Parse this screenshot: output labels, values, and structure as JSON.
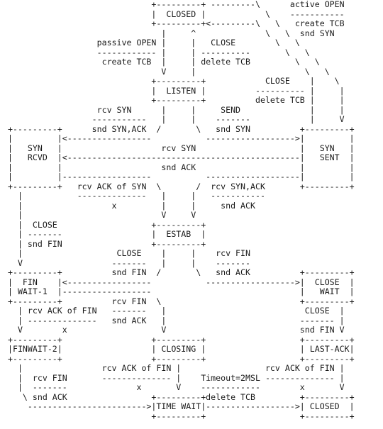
{
  "diagram": {
    "lines": [
      "                              +---------+ ---------\\      active OPEN",
      "                              |  CLOSED |            \\    -----------",
      "                              +---------+<---------\\   \\   create TCB",
      "                                |     ^              \\   \\  snd SYN",
      "                   passive OPEN |     |   CLOSE        \\   \\",
      "                   ------------ |     | ----------       \\   \\",
      "                    create TCB  |     | delete TCB         \\   \\",
      "                                V     |                      \\   \\",
      "                              +---------+            CLOSE    |    \\",
      "                              |  LISTEN |          ---------- |     |",
      "                              +---------+          delete TCB |     |",
      "                   rcv SYN      |     |     SEND              |     |",
      "                  -----------   |     |    -------            |     V",
      " +---------+      snd SYN,ACK  /       \\   snd SYN          +---------+",
      " |         |<-----------------           ------------------>|         |",
      " |   SYN   |                    rcv SYN                     |   SYN   |",
      " |   RCVD  |<-----------------------------------------------|   SENT  |",
      " |         |                    snd ACK                     |         |",
      " |         |------------------           -------------------|         |",
      " +---------+   rcv ACK of SYN  \\       /  rcv SYN,ACK       +---------+",
      "   |           --------------   |     |   -----------",
      "   |                  x         |     |     snd ACK",
      "   |                            V     V",
      "   |  CLOSE                   +---------+",
      "   | -------                  |  ESTAB  |",
      "   | snd FIN                  +---------+",
      "   |                   CLOSE    |     |    rcv FIN",
      "   V                  -------   |     |    -------",
      " +---------+          snd FIN  /       \\   snd ACK          +---------+",
      " |  FIN    |<-----------------           ------------------>|  CLOSE  |",
      " | WAIT-1  |------------------                              |   WAIT  |",
      " +---------+          rcv FIN  \\                            +---------+",
      "   | rcv ACK of FIN   -------   |                            CLOSE  |",
      "   | --------------   snd ACK   |                           ------- |",
      "   V        x                   V                           snd FIN V",
      " +---------+                  +---------+                   +---------+",
      " |FINWAIT-2|                  | CLOSING |                   | LAST-ACK|",
      " +---------+                  +---------+                   +---------+",
      "   |                rcv ACK of FIN |                 rcv ACK of FIN |",
      "   |  rcv FIN       -------------- |    Timeout=2MSL -------------- |",
      "   |  -------              x       V    ------------        x       V",
      "    \\ snd ACK                 +---------+delete TCB         +---------+",
      "     ------------------------>|TIME WAIT|------------------>| CLOSED  |",
      "                              +---------+                   +---------+"
    ]
  }
}
